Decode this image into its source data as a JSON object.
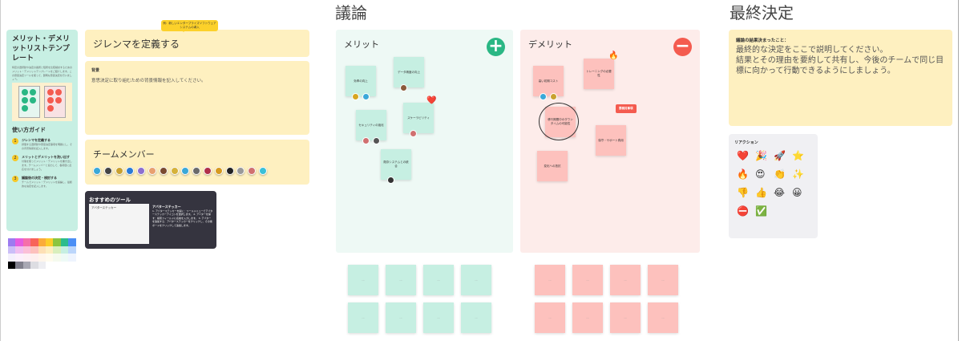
{
  "template": {
    "title": "メリット・デメリットリストテンプレート",
    "description": "特定の選択肢や決定の長所と短所を比較検討するためのメリット・デメリットテンプレートをご紹介します。この意思決定ツールを使って、賢明な意思決定を行いましょう。",
    "guide_title": "使い方ガイド",
    "steps": [
      {
        "num": "1",
        "title": "ジレンマを定義する",
        "text": "評価する選択肢や意思決定事項を明確にし、その背景情報を記入します。"
      },
      {
        "num": "2",
        "title": "メリットとデメリットを洗い出す",
        "text": "付箋を使ってメリット・デメリットを書き出します。チームメンバーと協力して、各項目に反応を付けましょう。"
      },
      {
        "num": "3",
        "title": "議論後の決定・検討する",
        "text": "チームでメリット・デメリットを議論し、最終的な決定を記入します。"
      }
    ]
  },
  "palette": [
    "#9c7bf0",
    "#e55de0",
    "#f56fa9",
    "#f8645a",
    "#fbab3a",
    "#fccd2a",
    "#8bc53f",
    "#2cbc8d",
    "#4c8ff5",
    "#cbbef8",
    "#f0bff0",
    "#fbc0d8",
    "#fdc1bd",
    "#fde0b5",
    "#fdeec0",
    "#d9efbd",
    "#c6efe2",
    "#bcd6fb",
    "#f4f0fd",
    "#fcf0fc",
    "#fdf0f5",
    "#fef0ef",
    "#fff6eb",
    "#fffbed",
    "#f5faee",
    "#eefaf6",
    "#eef4fe",
    "#000000",
    "#807f8c",
    "#a9a8b4",
    "#dddde2",
    "#eeeef2"
  ],
  "dilemma": {
    "title": "ジレンマを定義する",
    "tooltip": "例：新しいエンタープライズソフトウェアシステムの導入"
  },
  "background": {
    "label": "背景",
    "text": "意思決定に取り組むための背景情報を記入してください。"
  },
  "team": {
    "title": "チームメンバー",
    "avatar_colors": [
      "#3aa8d8",
      "#444",
      "#c9a130",
      "#2a7bd6",
      "#8c6fd0",
      "#e8a070",
      "#7a4a30",
      "#d6b23a",
      "#3aa8d8",
      "#6a6a6a",
      "#b0304a",
      "#d69a20",
      "#222",
      "#999",
      "#d07070",
      "#3ac0d8"
    ]
  },
  "tool": {
    "title": "おすすめのツール",
    "subtitle": "アバターステッカー",
    "shot_label": "アバターステッカー",
    "steps": "1. アバターステッカーを開く：ツールメニューでアバターステッカーアイコンを選択します。 2. アバターを探す：検索フィールドに名前を入力します。 3. アバターを追加する：アバターステッカーをクリックし、その後ボードをクリックして追加します。"
  },
  "discussion": {
    "title": "議論"
  },
  "merit": {
    "title": "メリット",
    "icon": "plus-icon",
    "color": "#2ab784",
    "notes": [
      "効率の向上",
      "データ精度の向上",
      "セキュリティの強化",
      "スケーラビリティ",
      "既存システムとの統合"
    ]
  },
  "demerit": {
    "title": "デメリット",
    "icon": "minus-icon",
    "color": "#f45b4f",
    "notes": [
      "高い初期コスト",
      "トレーニングの必要性",
      "移行期間中のダウンタイムの可能性",
      "保守・サポート費用",
      "変化への抵抗"
    ],
    "bubble": "要検討事項"
  },
  "blank_note": "...",
  "final": {
    "title": "最終決定",
    "label": "議論の結果決まったこと：",
    "text": "最終的な決定をここで説明してください。\n結果とその理由を要約して共有し、今後のチームで同じ目標に向かって行動できるようにしましょう。"
  },
  "reactions": {
    "title": "リアクション",
    "emojis": [
      "❤️",
      "🎉",
      "🚀",
      "⭐",
      "🔥",
      "😍",
      "👏",
      "✨",
      "👎",
      "👍",
      "😂",
      "😀",
      "⛔",
      "✅"
    ]
  }
}
